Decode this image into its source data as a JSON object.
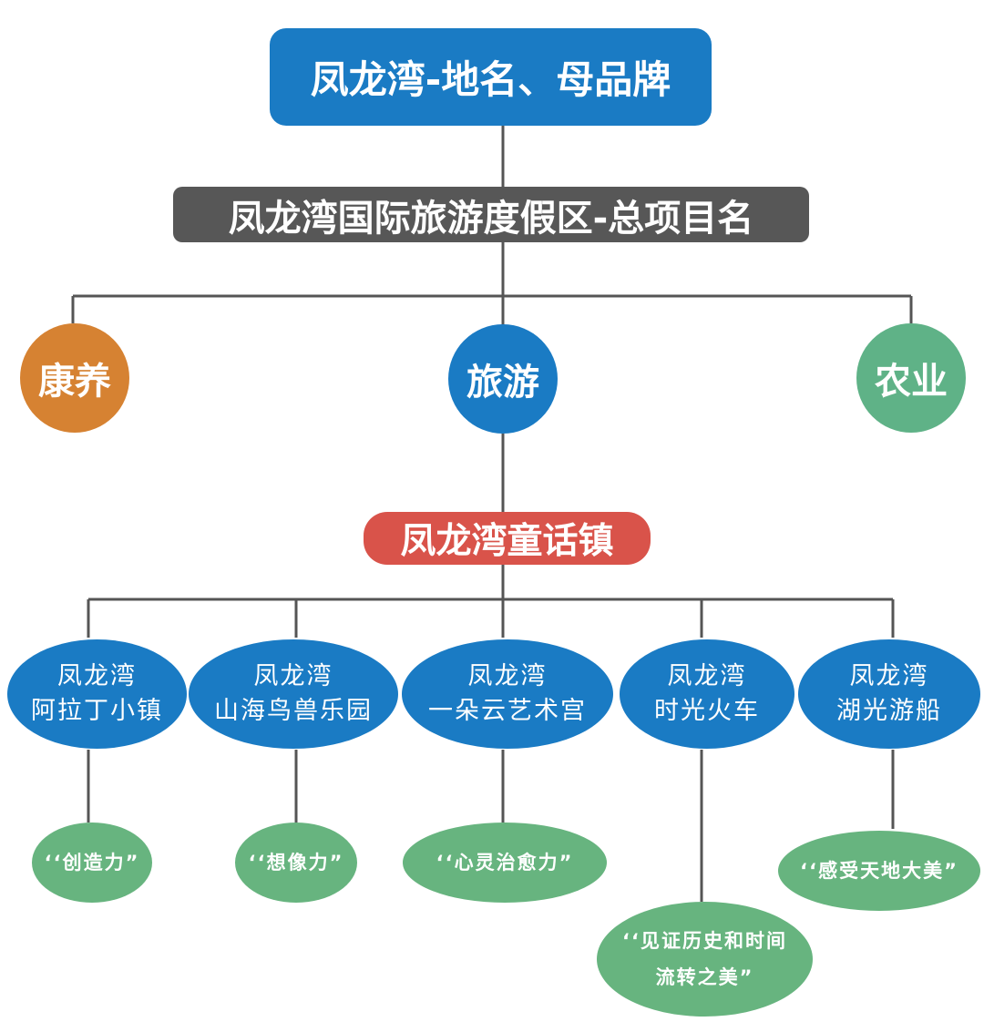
{
  "root": {
    "label": "凤龙湾-地名、母品牌"
  },
  "project": {
    "label": "凤龙湾国际旅游度假区-总项目名"
  },
  "sectors": {
    "health": "康养",
    "tourism": "旅游",
    "agriculture": "农业"
  },
  "town": {
    "label": "凤龙湾童话镇"
  },
  "attractions": [
    {
      "line1": "凤龙湾",
      "line2": "阿拉丁小镇"
    },
    {
      "line1": "凤龙湾",
      "line2": "山海鸟兽乐园"
    },
    {
      "line1": "凤龙湾",
      "line2": "一朵云艺术宫"
    },
    {
      "line1": "凤龙湾",
      "line2": "时光火车"
    },
    {
      "line1": "凤龙湾",
      "line2": "湖光游船"
    }
  ],
  "values": [
    {
      "line1": "‘‘创造力”"
    },
    {
      "line1": "‘‘想像力”"
    },
    {
      "line1": "‘‘心灵治愈力”"
    },
    {
      "line1": "‘‘见证历史和时间",
      "line2": "流转之美”"
    },
    {
      "line1": "‘‘感受天地大美”"
    }
  ],
  "colors": {
    "blue": "#1a7bc4",
    "gray": "#575757",
    "red": "#d9534a",
    "orange": "#d68232",
    "green": "#5fb287",
    "connector": "#555555"
  }
}
